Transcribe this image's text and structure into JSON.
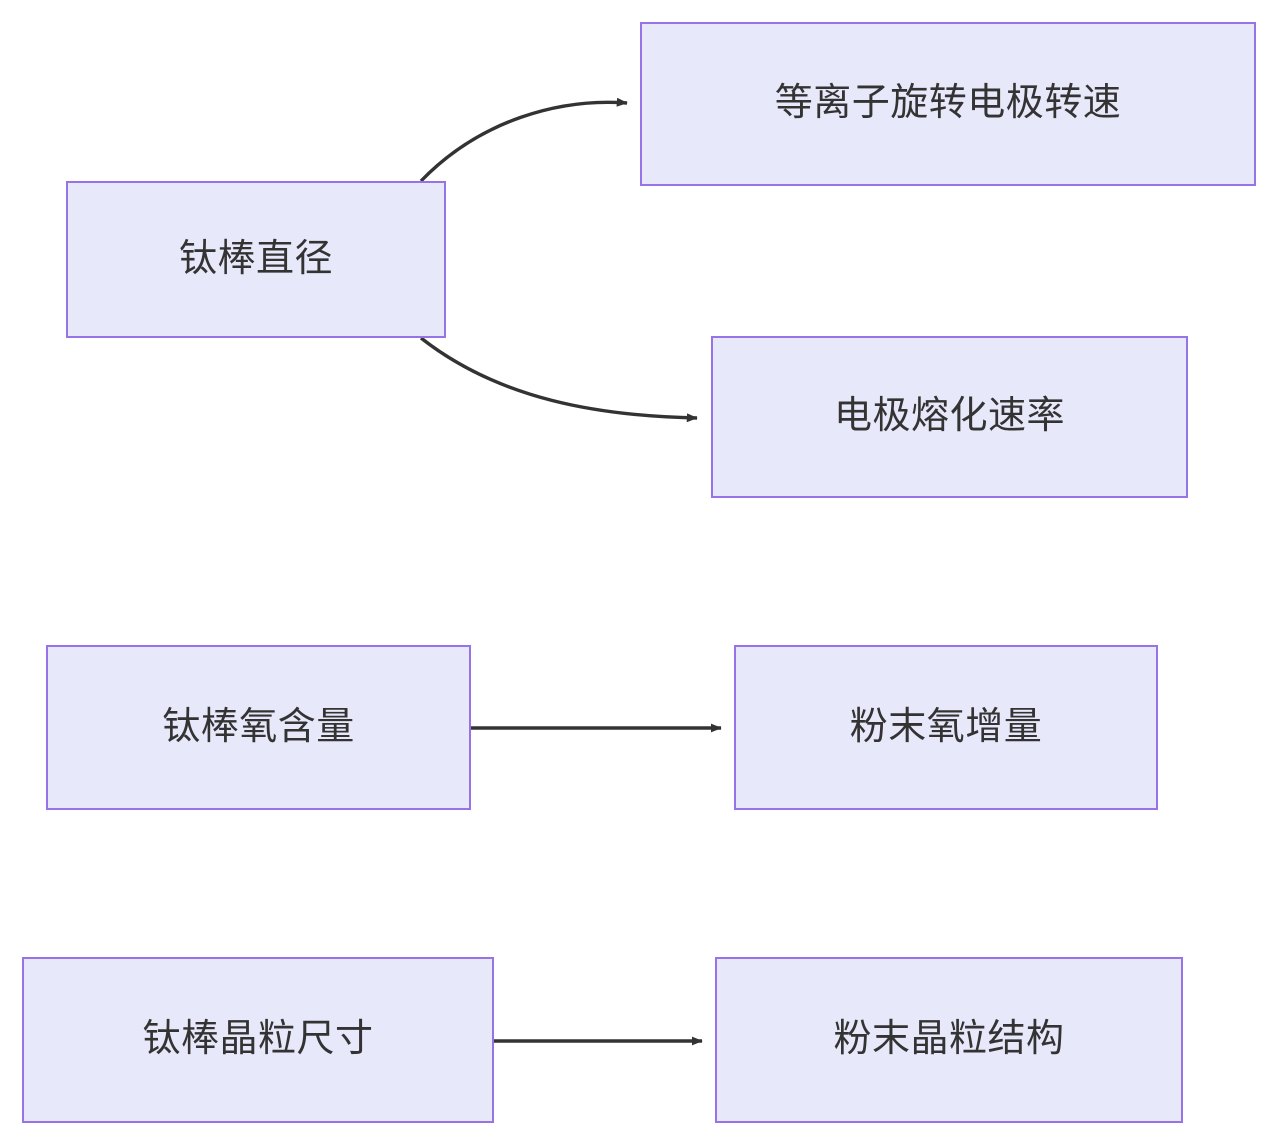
{
  "diagram": {
    "type": "flowchart",
    "direction": "left-to-right",
    "background_color": "#ffffff",
    "node_fill_color": "#e8e8fb",
    "node_border_color": "#9673e6",
    "node_text_color": "#333333",
    "edge_color": "#333333",
    "nodes": [
      {
        "id": "ti-rod-diameter",
        "label": "钛棒直径"
      },
      {
        "id": "plasma-electrode-rpm",
        "label": "等离子旋转电极转速"
      },
      {
        "id": "electrode-melt-rate",
        "label": "电极熔化速率"
      },
      {
        "id": "ti-rod-oxygen",
        "label": "钛棒氧含量"
      },
      {
        "id": "powder-oxygen-gain",
        "label": "粉末氧增量"
      },
      {
        "id": "ti-rod-grain-size",
        "label": "钛棒晶粒尺寸"
      },
      {
        "id": "powder-grain-struct",
        "label": "粉末晶粒结构"
      }
    ],
    "edges": [
      {
        "from": "ti-rod-diameter",
        "to": "plasma-electrode-rpm",
        "style": "curved",
        "arrow": "end"
      },
      {
        "from": "ti-rod-diameter",
        "to": "electrode-melt-rate",
        "style": "curved",
        "arrow": "end"
      },
      {
        "from": "ti-rod-oxygen",
        "to": "powder-oxygen-gain",
        "style": "straight",
        "arrow": "end"
      },
      {
        "from": "ti-rod-grain-size",
        "to": "powder-grain-struct",
        "style": "straight",
        "arrow": "end"
      }
    ]
  }
}
